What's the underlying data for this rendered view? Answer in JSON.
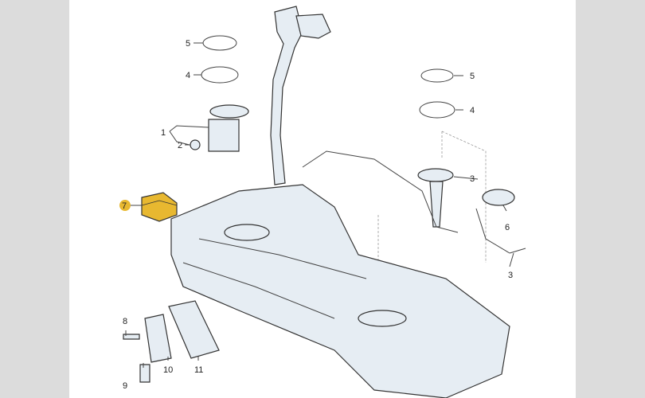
{
  "diagram": {
    "highlight_color": "#e8b830",
    "callouts": [
      {
        "id": "c5a",
        "label": "5"
      },
      {
        "id": "c4a",
        "label": "4"
      },
      {
        "id": "c1",
        "label": "1"
      },
      {
        "id": "c2",
        "label": "2"
      },
      {
        "id": "c7",
        "label": "7"
      },
      {
        "id": "c5b",
        "label": "5"
      },
      {
        "id": "c4b",
        "label": "4"
      },
      {
        "id": "c3a",
        "label": "3"
      },
      {
        "id": "c6",
        "label": "6"
      },
      {
        "id": "c3b",
        "label": "3"
      },
      {
        "id": "c8",
        "label": "8"
      },
      {
        "id": "c9",
        "label": "9"
      },
      {
        "id": "c10",
        "label": "10"
      },
      {
        "id": "c11",
        "label": "11"
      }
    ]
  }
}
